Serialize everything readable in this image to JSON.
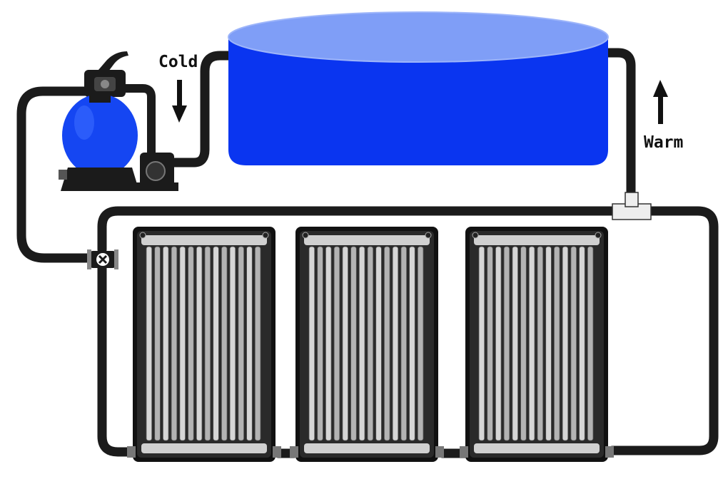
{
  "labels": {
    "cold": "Cold",
    "warm": "Warm"
  },
  "colors": {
    "pool_body": "#0a35f0",
    "pool_top": "#7f9ef7",
    "filter_tank": "#1546f2",
    "hose": "#1b1b1b",
    "panel_body": "#2a2a2a",
    "panel_tube": "#b3b3b3",
    "panel_tube_light": "#d6d6d6"
  },
  "icons": {
    "pump": "sand-filter-pump-icon",
    "valve": "bypass-valve-icon",
    "tee": "tee-connector-icon",
    "cold_arrow": "arrow-down-icon",
    "warm_arrow": "arrow-up-icon"
  },
  "panels": {
    "count": 3
  }
}
